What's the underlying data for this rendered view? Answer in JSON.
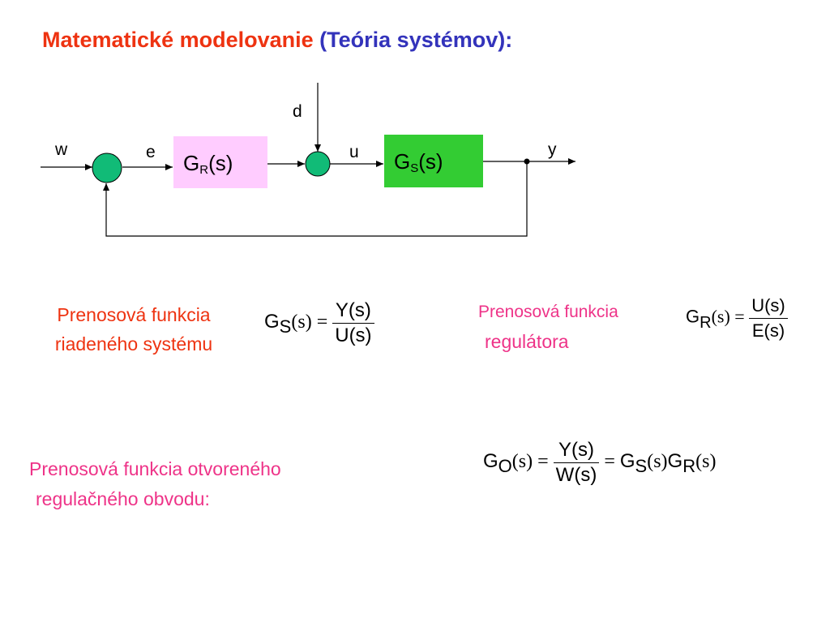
{
  "title": {
    "part1": "Matematické modelovanie",
    "part2": "(Teória systémov):",
    "color1": "#ee3311",
    "color2": "#3333bb"
  },
  "diagram": {
    "signals": {
      "w": "w",
      "e": "e",
      "d": "d",
      "u": "u",
      "y": "y"
    },
    "controller_block": {
      "symbol": "G",
      "subscript": "R",
      "arg": "(s)",
      "fill": "#ffccff"
    },
    "plant_block": {
      "symbol": "G",
      "subscript": "S",
      "arg": "(s)",
      "fill": "#33cc33"
    },
    "summer_color": "#11bb77"
  },
  "plant_tf": {
    "label_line1": "Prenosová funkcia",
    "label_line2": "riadeného systému",
    "color": "#ee3311",
    "lhs_symbol": "G",
    "lhs_sub": "S",
    "lhs_arg": "(s)",
    "equals": "=",
    "num": "Y(s)",
    "den": "U(s)"
  },
  "controller_tf": {
    "label_line1": "Prenosová funkcia",
    "label_line2": "regulátora",
    "color": "#ee3388",
    "lhs_symbol": "G",
    "lhs_sub": "R",
    "lhs_arg": "(s)",
    "equals": "=",
    "num": "U(s)",
    "den": "E(s)"
  },
  "open_loop_tf": {
    "label_line1": "Prenosová funkcia otvoreného",
    "label_line2": "regulačného obvodu:",
    "color": "#ee3388",
    "lhs_symbol": "G",
    "lhs_sub": "O",
    "lhs_arg": "(s)",
    "equals1": "=",
    "num": "Y(s)",
    "den": "W(s)",
    "equals2": "=",
    "rhs_symbol1": "G",
    "rhs_sub1": "S",
    "rhs_arg1": "(s)",
    "rhs_symbol2": "G",
    "rhs_sub2": "R",
    "rhs_arg2": "(s)"
  }
}
